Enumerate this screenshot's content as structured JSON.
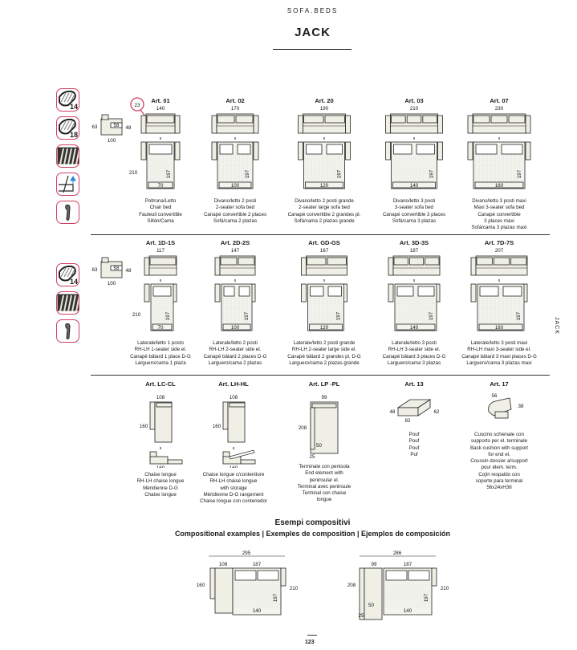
{
  "header": {
    "section": "SOFA.BEDS",
    "title": "JACK"
  },
  "side_label": "JACK",
  "page_number": "123",
  "accent_color": "#d04060",
  "icons_row1": [
    {
      "name": "foam-14-icon",
      "num": "14"
    },
    {
      "name": "foam-18-icon",
      "num": "18"
    },
    {
      "name": "slats-icon",
      "num": ""
    },
    {
      "name": "mechanism-icon",
      "num": ""
    },
    {
      "name": "foot-icon",
      "num": ""
    }
  ],
  "icons_row2": [
    {
      "name": "foam-14-icon",
      "num": "14"
    },
    {
      "name": "slats-icon",
      "num": ""
    },
    {
      "name": "foot-icon",
      "num": ""
    }
  ],
  "side_module": {
    "depth": "63",
    "length": "100",
    "seat": "58",
    "height": "48"
  },
  "callout": "23",
  "row1": [
    {
      "art": "Art. 01",
      "width": "140",
      "mattress": "70",
      "bed_len": "197",
      "bed_depth": "210",
      "caption": [
        "Poltrona/Letto",
        "Chair bed",
        "Fauteuil convertible",
        "Sillón/Cama"
      ],
      "seats": 1
    },
    {
      "art": "Art. 02",
      "width": "170",
      "mattress": "100",
      "bed_len": "197",
      "caption": [
        "Divano/letto 2 posti",
        "2-seater sofa bed",
        "Canapé convertible 2 places",
        "Sofá/cama 2 plazas"
      ],
      "seats": 2
    },
    {
      "art": "Art. 20",
      "width": "190",
      "mattress": "120",
      "bed_len": "197",
      "caption": [
        "Divano/letto 2 posti grande",
        "2-seater large sofa bed",
        "Canapé convertible 2 grandes pl.",
        "Sofá/cama 2 plazas grande"
      ],
      "seats": 2
    },
    {
      "art": "Art. 03",
      "width": "210",
      "mattress": "140",
      "bed_len": "197",
      "caption": [
        "Divano/letto 3 posti",
        "3-seater sofa bed",
        "Canapé convertible 3 places",
        "Sofá/cama 3 plazas"
      ],
      "seats": 3
    },
    {
      "art": "Art. 07",
      "width": "230",
      "mattress": "160",
      "bed_len": "197",
      "caption": [
        "Divano/letto 3 posti maxi",
        "Maxi 3-seater sofa bed",
        "Canapé convertible",
        "3 places maxi",
        "Sofá/cama 3 plazas maxi"
      ],
      "seats": 3
    }
  ],
  "row2": [
    {
      "art": "Art. 1D-1S",
      "width": "117",
      "mattress": "70",
      "bed_len": "197",
      "bed_depth": "210",
      "caption": [
        "Laterale/letto 1 posto",
        "RH-LH 1-seater side el.",
        "Canapé bâtard 1 place D-G",
        "Larguero/cama 1 plaza"
      ],
      "seats": 1
    },
    {
      "art": "Art. 2D-2S",
      "width": "147",
      "mattress": "100",
      "bed_len": "197",
      "caption": [
        "Laterale/letto 2 posti",
        "RH-LH 2-seater side el.",
        "Canapé bâtard 2 places D-G",
        "Larguero/cama 2 plazas"
      ],
      "seats": 2
    },
    {
      "art": "Art. GD-GS",
      "width": "167",
      "mattress": "120",
      "bed_len": "197",
      "caption": [
        "Laterale/letto 2 posti grande",
        "RH-LH 2-seater large side el.",
        "Canapé bâtard 2 grandes pl. D-G",
        "Larguero/cama 2 plazas grande"
      ],
      "seats": 2
    },
    {
      "art": "Art. 3D-3S",
      "width": "187",
      "mattress": "140",
      "bed_len": "197",
      "caption": [
        "Laterale/letto 3 posti",
        "RH-LH 3-seater side el.",
        "Canapé bâtard 3 places D-G",
        "Larguero/cama 3 plazas"
      ],
      "seats": 3
    },
    {
      "art": "Art. 7D-7S",
      "width": "207",
      "mattress": "160",
      "bed_len": "197",
      "caption": [
        "Laterale/letto 3 posti maxi",
        "RH-LH maxi 3-seater side el.",
        "Canapé bâtard 3 maxi places D-G",
        "Larguero/cama 3 plazas maxi"
      ],
      "seats": 3
    }
  ],
  "row3": [
    {
      "art": "Art. LC-CL",
      "dims": [
        "108",
        "160",
        "160"
      ],
      "caption": [
        "Chaise longue",
        "RH-LH chaise longue",
        "Méridienne D-G",
        "Chaise longue"
      ]
    },
    {
      "art": "Art. LH-HL",
      "dims": [
        "108",
        "160",
        "160"
      ],
      "caption": [
        "Chaise longue c/contenitore",
        "RH-LH chaise longue",
        "with storage",
        "Méridienne D-G rangement",
        "Chaise longue con contenedor"
      ]
    },
    {
      "art": "Art. LP -PL",
      "dims": [
        "99",
        "208",
        "50",
        "25"
      ],
      "caption": [
        "Terminale con penisola",
        "End element with",
        "peninsular el.",
        "Terminal avec peninsule",
        "Terminal con chaise",
        "longue"
      ]
    },
    {
      "art": "Art. 13",
      "dims": [
        "48",
        "82",
        "62"
      ],
      "caption": [
        "Pouf",
        "Pouf",
        "Pouf",
        "Puf"
      ]
    },
    {
      "art": "Art. 17",
      "dims": [
        "56",
        "38"
      ],
      "caption": [
        "Cuscino schienale con",
        "supporto per el. terminale",
        "Back cushion with support",
        "for end el.",
        "Coussin dossier a/support",
        "pour élem. term.",
        "Cojín respaldo con",
        "soporte para terminal",
        "56x24xH38"
      ]
    }
  ],
  "examples": {
    "title": "Esempi compositivi",
    "subtitle": "Compositional examples | Exemples de composition | Ejemplos de composición",
    "items": [
      {
        "total": "295",
        "parts": [
          "108",
          "187"
        ],
        "left_depth": "160",
        "right_depth": "210",
        "mattress": "140",
        "bed_len": "197"
      },
      {
        "total": "286",
        "parts": [
          "99",
          "187"
        ],
        "left_depth": "208",
        "right_depth": "210",
        "mattress": "140",
        "bed_len": "197",
        "extra": [
          "50",
          "25"
        ]
      }
    ]
  }
}
